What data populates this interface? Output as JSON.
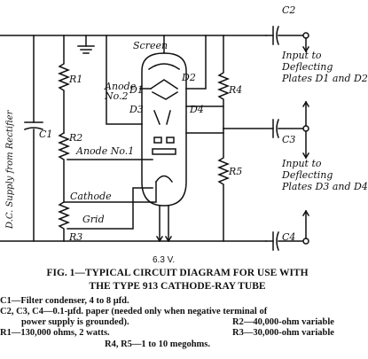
{
  "diagram": {
    "labels": {
      "screen": "Screen",
      "anode2": "Anode\nNo.2",
      "anode1": "Anode No.1",
      "cathode": "Cathode",
      "grid": "Grid",
      "d1": "D1",
      "d2": "D2",
      "d3": "D3",
      "d4": "D4",
      "r1": "R1",
      "r2": "R2",
      "r3": "R3",
      "r4": "R4",
      "r5": "R5",
      "c1": "C1",
      "c2": "C2",
      "c3": "C3",
      "c4": "C4",
      "heater_voltage": "6.3 V.",
      "supply": "D.C. Supply from Rectifier",
      "input_upper": "Input to\nDeflecting\nPlates D1 and D2",
      "input_lower": "Input to\nDeflecting\nPlates D3 and D4"
    },
    "caption": {
      "line1": "FIG. 1—TYPICAL CIRCUIT DIAGRAM FOR USE WITH",
      "line2": "THE TYPE 913 CATHODE-RAY TUBE"
    },
    "legend": [
      "C1—Filter condenser, 4 to 8 μfd.",
      "C2, C3, C4—0.1-μfd. paper (needed only when negative terminal of",
      "power supply is grounded).",
      "R1—130,000 ohms, 2 watts.",
      "R2—40,000-ohm variable",
      "R3—30,000-ohm variable",
      "R4, R5—1 to 10 megohms."
    ]
  }
}
